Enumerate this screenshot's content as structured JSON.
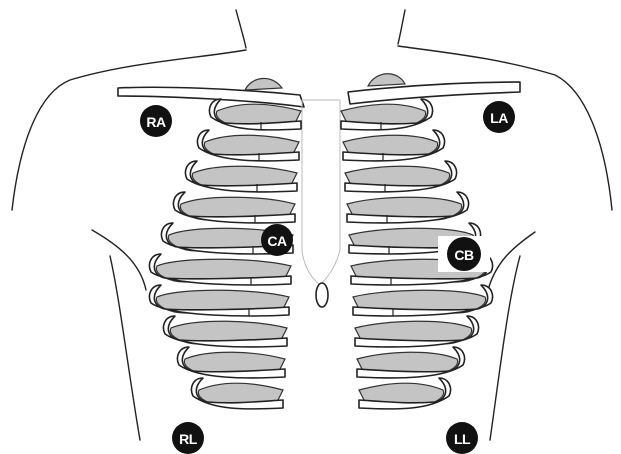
{
  "electrodes": [
    {
      "id": "ra",
      "label": "RA"
    },
    {
      "id": "la",
      "label": "LA"
    },
    {
      "id": "ca",
      "label": "CA"
    },
    {
      "id": "cb",
      "label": "CB"
    },
    {
      "id": "rl",
      "label": "RL"
    },
    {
      "id": "ll",
      "label": "LL"
    }
  ],
  "colors": {
    "electrode": "#111111",
    "lung": "#c4c4c4",
    "outline": "#222222"
  }
}
